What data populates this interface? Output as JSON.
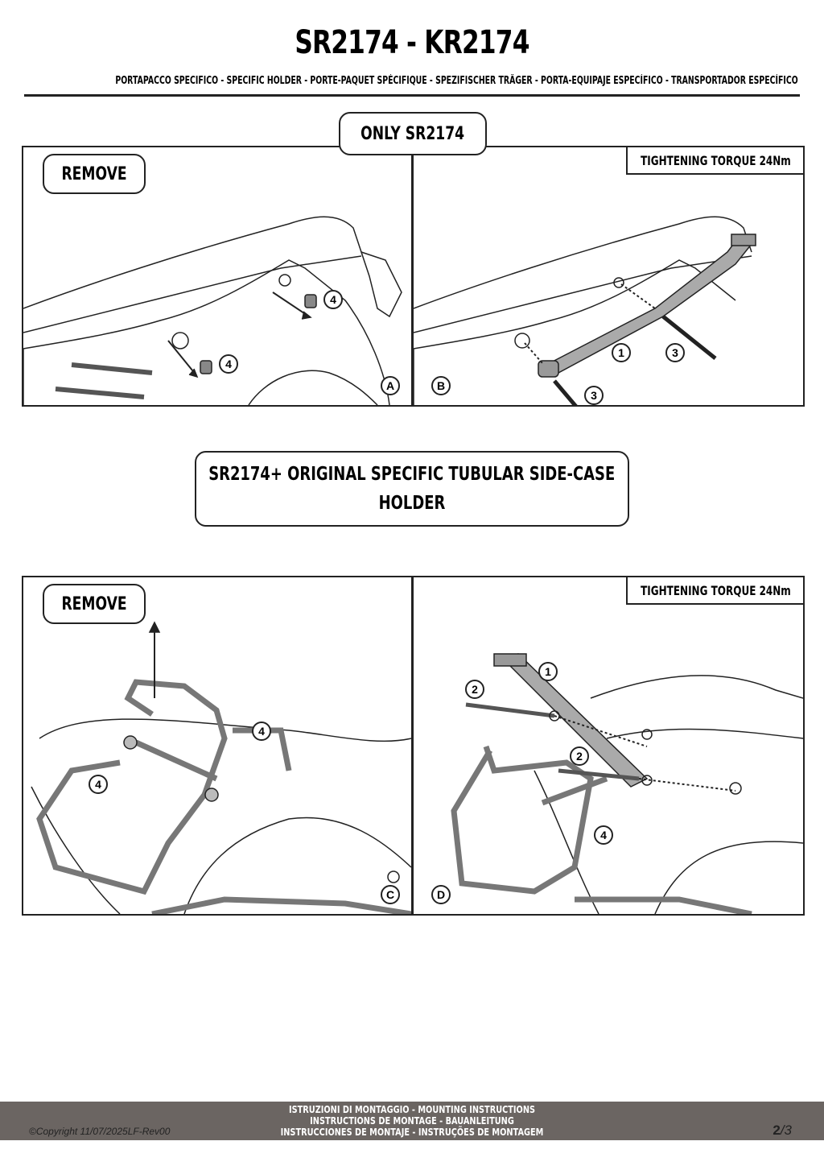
{
  "header": {
    "title": "SR2174 - KR2174",
    "subtitle": "PORTAPACCO SPECIFICO - SPECIFIC HOLDER - PORTE-PAQUET SPÉCIFIQUE - SPEZIFISCHER TRÄGER - PORTA-EQUIPAJE ESPECÍFICO - TRANSPORTADOR ESPECÍFICO"
  },
  "section1": {
    "label": "ONLY SR2174"
  },
  "section2": {
    "label_line1": "SR2174+ ORIGINAL SPECIFIC TUBULAR SIDE-CASE",
    "label_line2": "HOLDER"
  },
  "panels": {
    "A": {
      "step": "A",
      "remove": "REMOVE",
      "parts": [
        "4",
        "4"
      ]
    },
    "B": {
      "step": "B",
      "torque": "TIGHTENING TORQUE 24Nm",
      "parts": [
        "1",
        "3",
        "3"
      ]
    },
    "C": {
      "step": "C",
      "remove": "REMOVE",
      "parts": [
        "4",
        "4"
      ]
    },
    "D": {
      "step": "D",
      "torque": "TIGHTENING TORQUE 24Nm",
      "parts": [
        "1",
        "2",
        "2",
        "4"
      ]
    }
  },
  "footer": {
    "line1": "ISTRUZIONI DI MONTAGGIO  -  MOUNTING INSTRUCTIONS",
    "line2": "INSTRUCTIONS DE MONTAGE - BAUANLEITUNG",
    "line3": "INSTRUCCIONES DE MONTAJE - INSTRUÇÕES DE MONTAGEM",
    "copyright": "©Copyright 11/07/2025LF-Rev00",
    "page_current": "2",
    "page_total": "/3"
  }
}
